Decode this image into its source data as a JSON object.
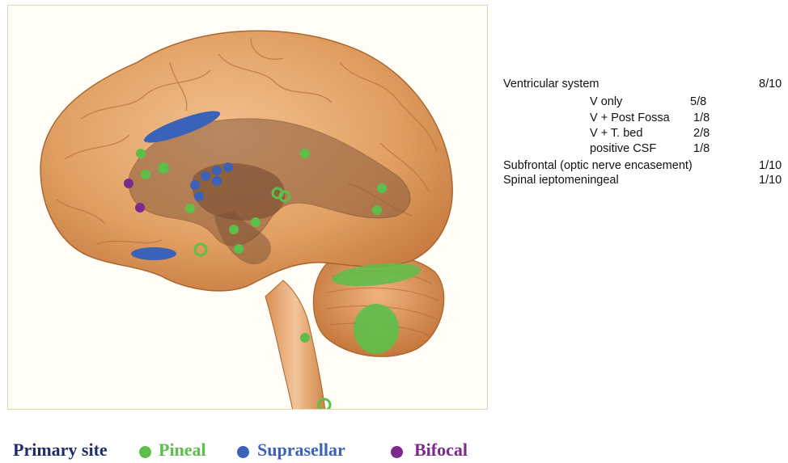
{
  "stats": {
    "ventricular_label": "Ventricular system",
    "ventricular_value": "8/10",
    "sub_rows": [
      {
        "label": "V only",
        "value": "5/8"
      },
      {
        "label": "V + Post Fossa",
        "value": "1/8"
      },
      {
        "label": "V + T. bed",
        "value": "2/8"
      },
      {
        "label": "positive CSF",
        "value": "1/8"
      }
    ],
    "subfrontal_label": "Subfrontal (optic nerve encasement)",
    "subfrontal_value": "1/10",
    "spinal_label": "Spinal ieptomeningeal",
    "spinal_value": "1/10"
  },
  "legend": {
    "title": "Primary site",
    "items": [
      {
        "label": "Pineal",
        "color": "#5cbf4a"
      },
      {
        "label": "Suprasellar",
        "color": "#3a62b8"
      },
      {
        "label": "Bifocal",
        "color": "#7b2a8c"
      }
    ]
  },
  "colors": {
    "pineal": "#5cbf4a",
    "suprasellar": "#3a62b8",
    "bifocal": "#7b2a8c",
    "brain": "#e3a265",
    "ventricle": "#7a5035"
  }
}
